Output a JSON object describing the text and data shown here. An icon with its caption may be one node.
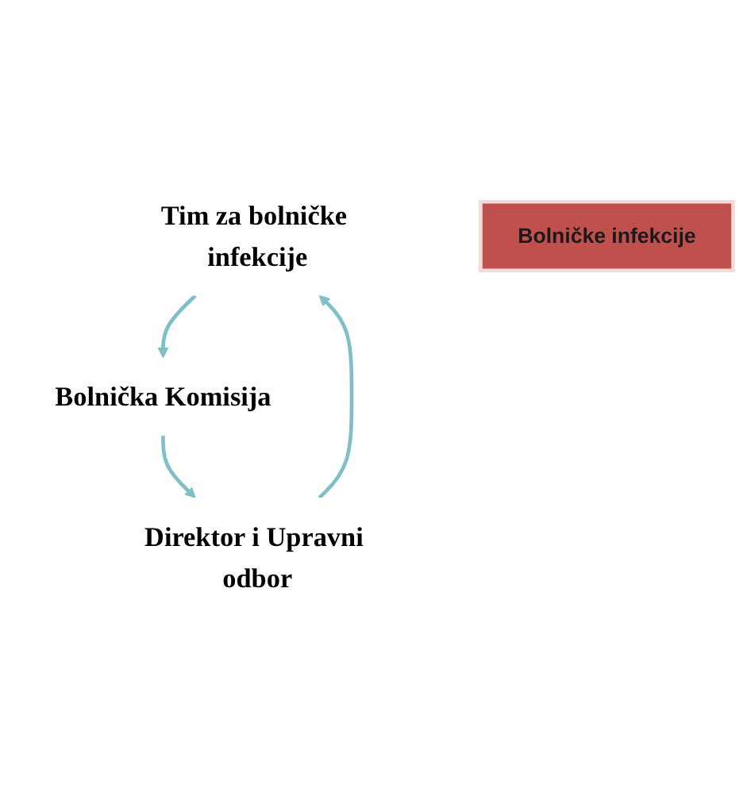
{
  "diagram": {
    "nodes": [
      {
        "text": [
          "Tim za bolničke infekcije"
        ]
      },
      {
        "text": [
          "Bolnička Komisija"
        ]
      },
      {
        "text": [
          "Direktor i Upravni odbor"
        ]
      },
      {
        "text": [
          "Bolničke infekcije"
        ]
      }
    ],
    "edges": [
      {
        "from": 0,
        "to": 1,
        "arrow": "to"
      },
      {
        "from": 1,
        "to": 2,
        "arrow": "to"
      },
      {
        "from": 2,
        "to": 0,
        "arrow": "to"
      }
    ]
  }
}
